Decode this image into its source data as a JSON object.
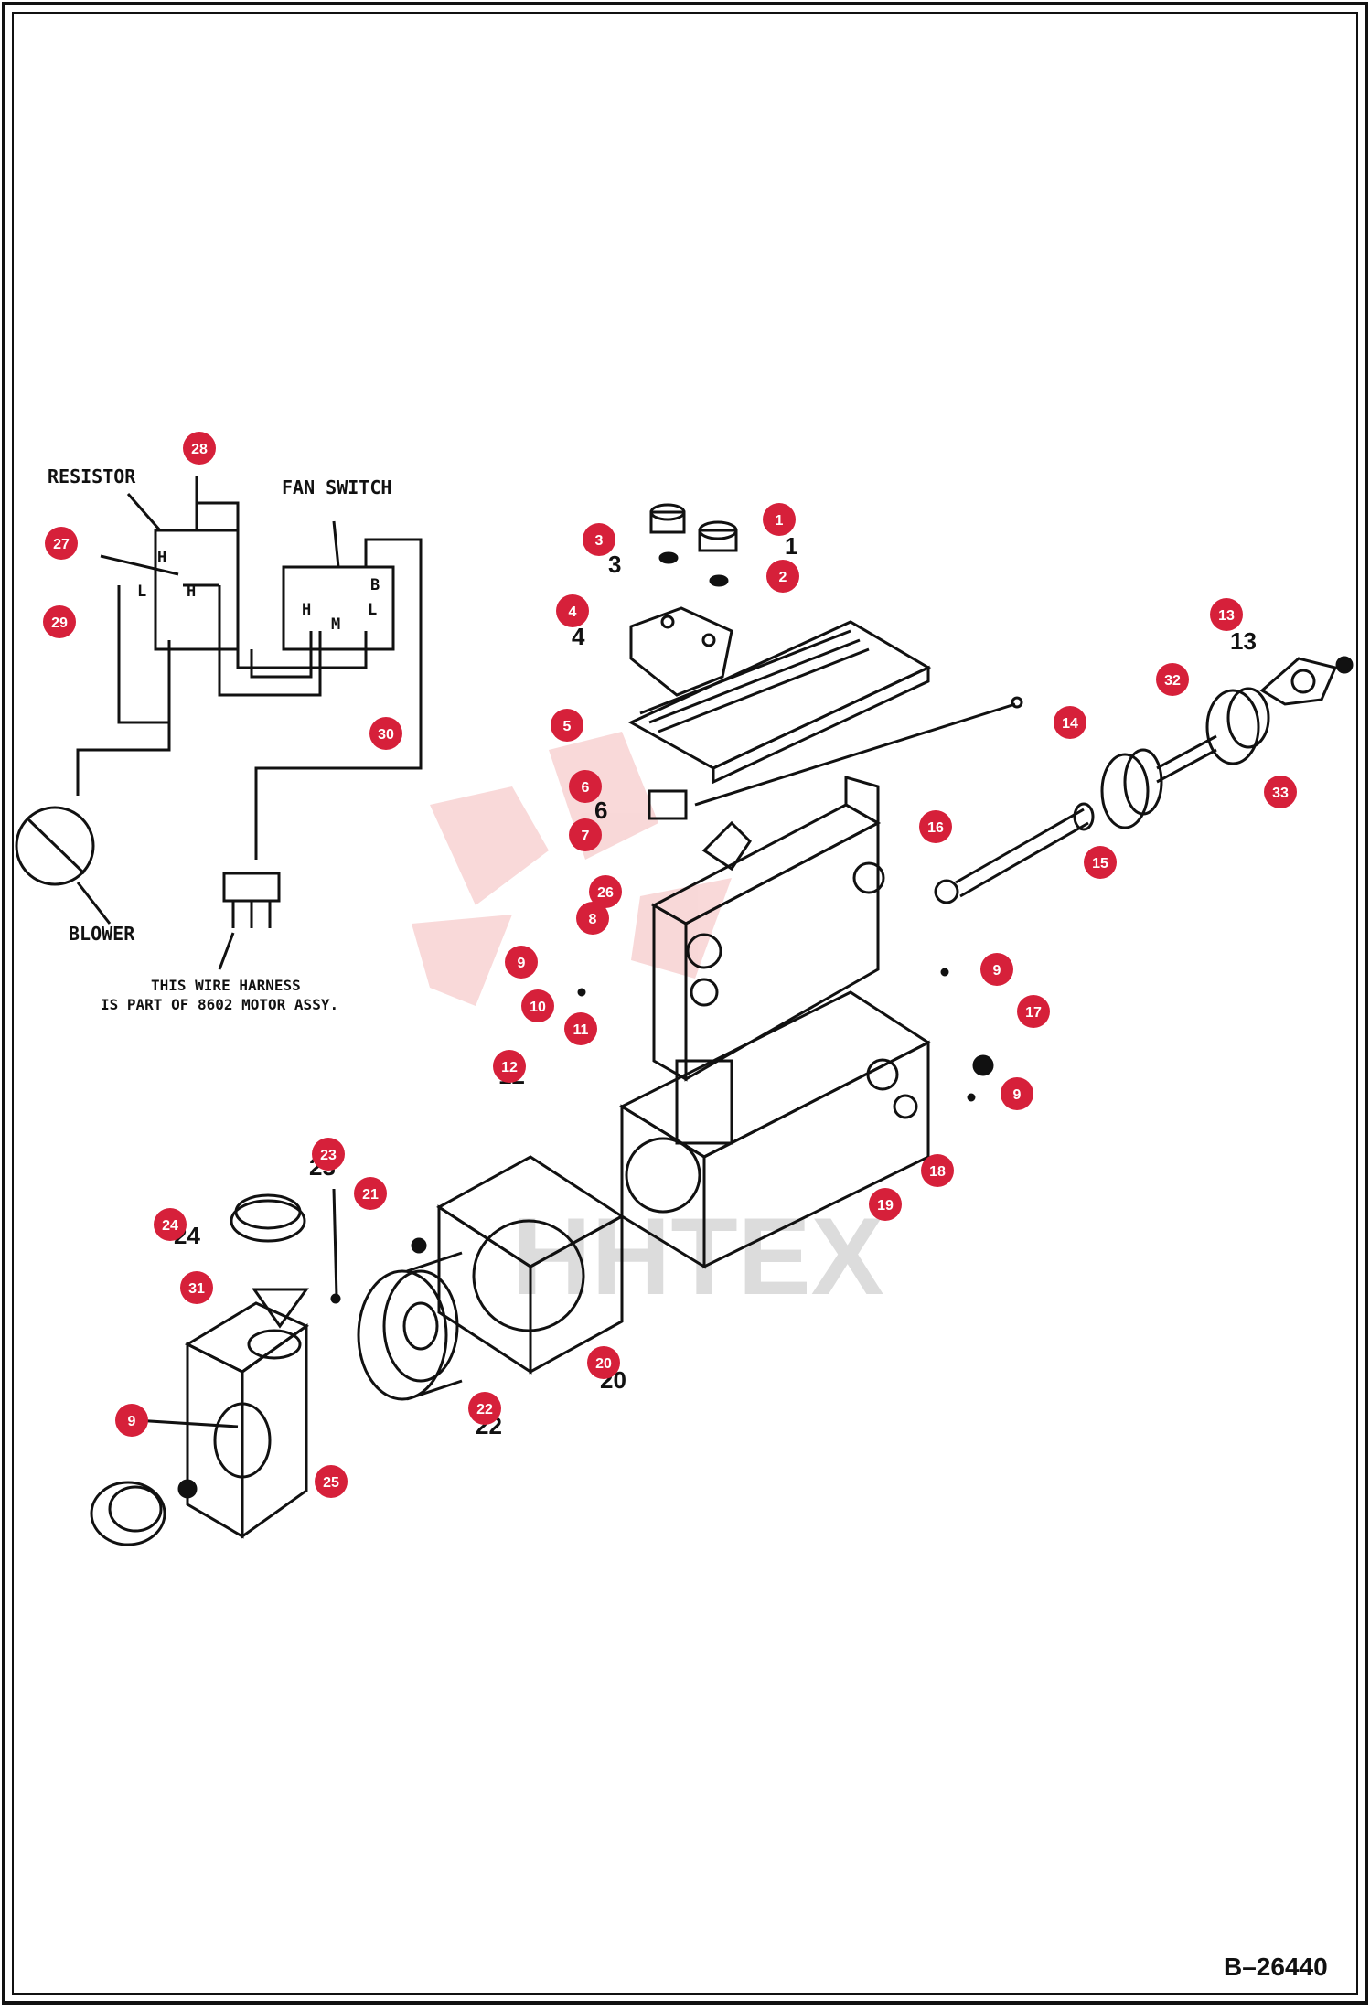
{
  "document_id": "B–26440",
  "watermark": "HHTEX",
  "wiring": {
    "resistor": "RESISTOR",
    "fan_switch": "FAN SWITCH",
    "blower": "BLOWER",
    "harness_note_1": "THIS WIRE HARNESS",
    "harness_note_2": "IS PART OF 8602 MOTOR ASSY.",
    "term_h": "H",
    "term_l": "L",
    "term_m": "M",
    "term_b": "B"
  },
  "colors": {
    "callout": "#d6203a",
    "line": "#111111",
    "watermark": "#f4c7c7"
  },
  "callouts": [
    "1",
    "2",
    "3",
    "4",
    "5",
    "6",
    "7",
    "8",
    "9",
    "9",
    "9",
    "9",
    "10",
    "11",
    "12",
    "13",
    "14",
    "15",
    "16",
    "17",
    "18",
    "19",
    "20",
    "21",
    "22",
    "23",
    "24",
    "25",
    "26",
    "27",
    "28",
    "29",
    "30",
    "31",
    "32",
    "33"
  ]
}
